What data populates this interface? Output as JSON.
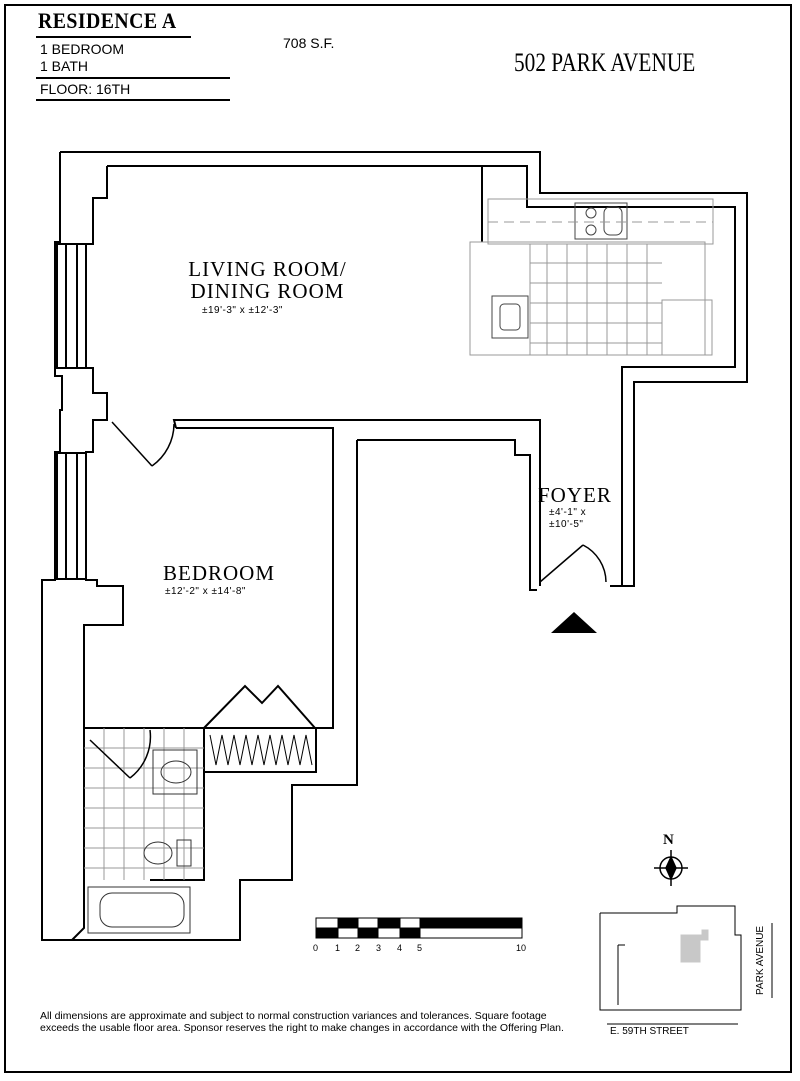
{
  "header": {
    "residence": "RESIDENCE A",
    "bedrooms": "1 BEDROOM",
    "baths": "1 BATH",
    "floor": "FLOOR: 16TH",
    "square_feet": "708 S.F.",
    "address": "502 PARK AVENUE"
  },
  "rooms": {
    "living": {
      "name_line1": "LIVING ROOM/",
      "name_line2": "DINING ROOM",
      "dimensions": "±19'-3\" x ±12'-3\""
    },
    "bedroom": {
      "name": "BEDROOM",
      "dimensions": "±12'-2\" x ±14'-8\""
    },
    "foyer": {
      "name": "FOYER",
      "dimensions_line1": "±4'-1\" x",
      "dimensions_line2": "±10'-5\""
    }
  },
  "compass": {
    "label": "N"
  },
  "scale_bar": {
    "ticks": [
      "0",
      "1",
      "2",
      "3",
      "4",
      "5",
      "10"
    ]
  },
  "key_plan": {
    "street_east": "PARK AVENUE",
    "street_south": "E. 59TH STREET"
  },
  "disclaimer": "All dimensions are approximate and subject to normal construction variances and tolerances. Square footage exceeds the usable floor area. Sponsor reserves the right to make changes in accordance with the Offering Plan."
}
